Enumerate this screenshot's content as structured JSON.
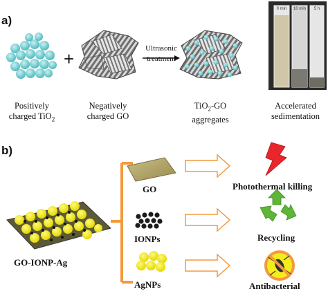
{
  "panel_a": {
    "label": "a)",
    "plus": "+",
    "arrow_label_line1": "Ultrasonic",
    "arrow_label_line2": "treatment",
    "caption_tio2_line1": "Positively",
    "caption_tio2_line2_prefix": "charged TiO",
    "caption_tio2_sub": "2",
    "caption_go_line1": "Negatively",
    "caption_go_line2": "charged GO",
    "caption_agg_line1_prefix": "TiO",
    "caption_agg_sub": "2",
    "caption_agg_line1_suffix": "-GO",
    "caption_agg_line2": "aggregates",
    "caption_sed_line1": "Accelerated",
    "caption_sed_line2": "sedimentation",
    "vial_labels": [
      "0 min",
      "10 min",
      "5 h"
    ]
  },
  "panel_b": {
    "label": "b)",
    "composite_label": "GO-IONP-Ag",
    "components": [
      "GO",
      "IONPs",
      "AgNPs"
    ],
    "functions": [
      "Photothermal killing",
      "Recycling",
      "Antibacterial"
    ]
  },
  "colors": {
    "tio2": "#7fd3d6",
    "orange": "#f39a3d",
    "yellow": "#f4ec1c",
    "red": "#e8262b",
    "green": "#5fb537",
    "go_sheet": "#b8a968"
  }
}
